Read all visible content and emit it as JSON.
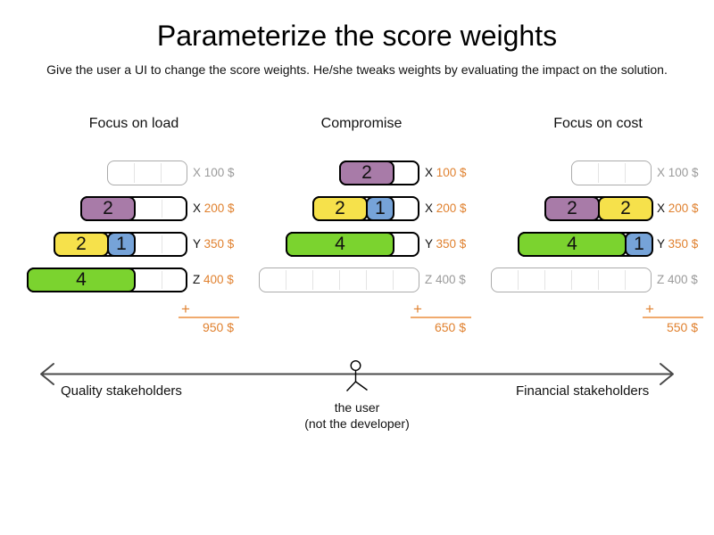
{
  "title": "Parameterize the score weights",
  "subtitle": "Give the user a UI to change the score weights. He/she tweaks weights by evaluating the impact on the solution.",
  "ui": {
    "plus_sign": "+"
  },
  "palette": {
    "purple": "#a87ba8",
    "yellow": "#f6e14b",
    "blue": "#76a3d8",
    "green": "#7bd32f",
    "orange": "#e0812f",
    "orange_light": "#f0aa6e",
    "gray_label": "#9a9a9a",
    "arrow": "#4a4a4a"
  },
  "scenarios": [
    {
      "title": "Focus on load",
      "total": "950 $",
      "rows": [
        {
          "resource": "X",
          "price": "100 $",
          "capacity": 3,
          "empty": true,
          "blocks": []
        },
        {
          "resource": "X",
          "price": "200 $",
          "capacity": 4,
          "empty": false,
          "blocks": [
            {
              "value": "2",
              "size": 2,
              "color": "purple"
            }
          ]
        },
        {
          "resource": "Y",
          "price": "350 $",
          "capacity": 5,
          "empty": false,
          "blocks": [
            {
              "value": "2",
              "size": 2,
              "color": "yellow"
            },
            {
              "value": "1",
              "size": 1,
              "color": "blue"
            }
          ]
        },
        {
          "resource": "Z",
          "price": "400 $",
          "capacity": 6,
          "empty": false,
          "blocks": [
            {
              "value": "4",
              "size": 4,
              "color": "green"
            }
          ]
        }
      ]
    },
    {
      "title": "Compromise",
      "total": "650 $",
      "rows": [
        {
          "resource": "X",
          "price": "100 $",
          "capacity": 3,
          "empty": false,
          "blocks": [
            {
              "value": "2",
              "size": 2,
              "color": "purple"
            }
          ]
        },
        {
          "resource": "X",
          "price": "200 $",
          "capacity": 4,
          "empty": false,
          "blocks": [
            {
              "value": "2",
              "size": 2,
              "color": "yellow"
            },
            {
              "value": "1",
              "size": 1,
              "color": "blue"
            }
          ]
        },
        {
          "resource": "Y",
          "price": "350 $",
          "capacity": 5,
          "empty": false,
          "blocks": [
            {
              "value": "4",
              "size": 4,
              "color": "green"
            }
          ]
        },
        {
          "resource": "Z",
          "price": "400 $",
          "capacity": 6,
          "empty": true,
          "blocks": []
        }
      ]
    },
    {
      "title": "Focus on cost",
      "total": "550 $",
      "rows": [
        {
          "resource": "X",
          "price": "100 $",
          "capacity": 3,
          "empty": true,
          "blocks": []
        },
        {
          "resource": "X",
          "price": "200 $",
          "capacity": 4,
          "empty": false,
          "blocks": [
            {
              "value": "2",
              "size": 2,
              "color": "purple"
            },
            {
              "value": "2",
              "size": 2,
              "color": "yellow"
            }
          ]
        },
        {
          "resource": "Y",
          "price": "350 $",
          "capacity": 5,
          "empty": false,
          "blocks": [
            {
              "value": "4",
              "size": 4,
              "color": "green"
            },
            {
              "value": "1",
              "size": 1,
              "color": "blue"
            }
          ]
        },
        {
          "resource": "Z",
          "price": "400 $",
          "capacity": 6,
          "empty": true,
          "blocks": []
        }
      ]
    }
  ],
  "axis": {
    "left_label": "Quality stakeholders",
    "right_label": "Financial stakeholders",
    "center_label_line1": "the user",
    "center_label_line2": "(not the developer)"
  }
}
